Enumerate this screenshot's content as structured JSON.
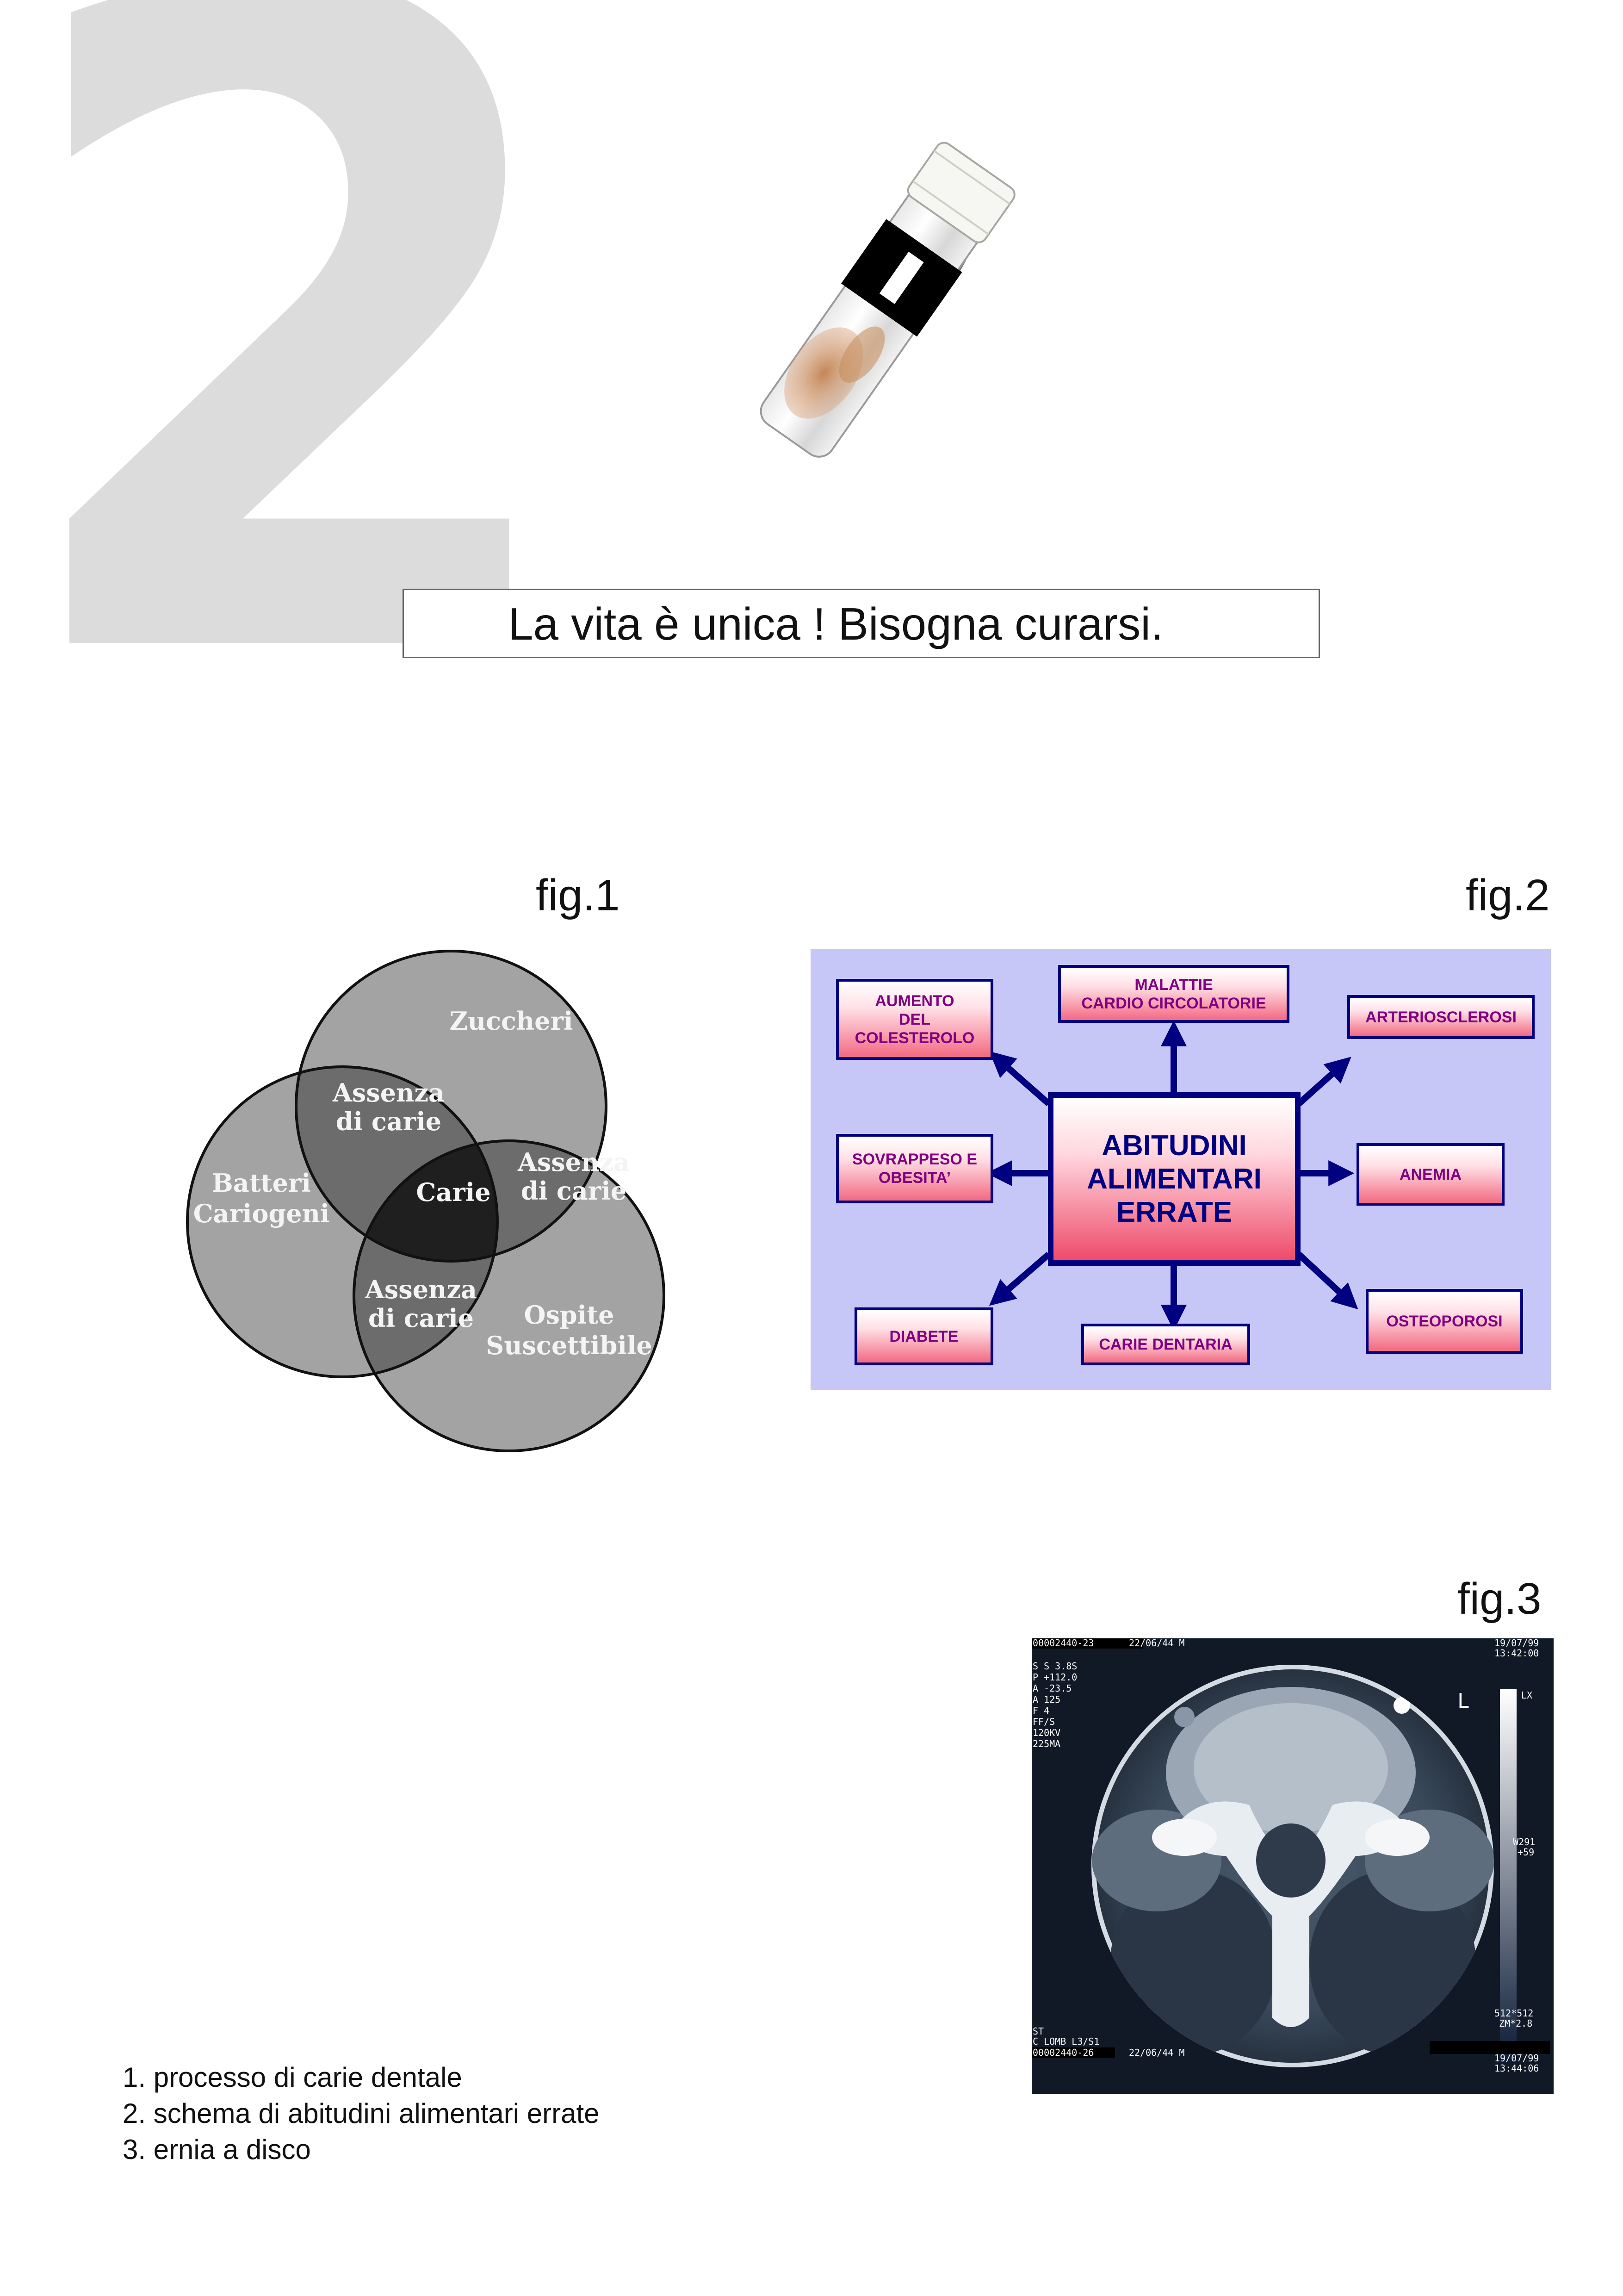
{
  "page": {
    "number": "2",
    "caption": "La vita è unica ! Bisogna curarsi."
  },
  "fig1": {
    "label": "fig.1",
    "regions": {
      "top": "Zuccheri",
      "left": "Batteri\nCariogeni",
      "right": "Ospite\nSuscettibile",
      "center": "Carie",
      "overlap_top_left": "Assenza\ndi carie",
      "overlap_top_right": "Assenza\ndi carie",
      "overlap_bottom": "Assenza\ndi carie"
    }
  },
  "fig2": {
    "label": "fig.2",
    "background": "#c7c7f7",
    "arrow_color": "#000080",
    "central": "ABITUDINI\nALIMENTARI\nERRATE",
    "boxes": {
      "top_left": "AUMENTO\nDEL\nCOLESTEROLO",
      "top": "MALATTIE\nCARDIO CIRCOLATORIE",
      "top_right": "ARTERIOSCLEROSI",
      "left": "SOVRAPPESO E\nOBESITA’",
      "right": "ANEMIA",
      "bottom_left": "DIABETE",
      "bottom": "CARIE DENTARIA",
      "bottom_right": "OSTEOPOROSI"
    }
  },
  "fig3": {
    "label": "fig.3",
    "top_left_id": "00002440-23",
    "top_left_date": "22/06/44 M",
    "top_right_date": "19/07/99",
    "top_right_time": "13:42:00",
    "params": [
      "S  S    3.8S",
      "P  +112.0",
      "A  -23.5",
      "A  125",
      "F  4",
      "FF/S",
      "120KV",
      "225MA"
    ],
    "side_marker": "L",
    "scale_top": "LX",
    "window": "W291",
    "level": "+59",
    "matrix": "512*512",
    "zoom": "ZM*2.8",
    "bottom_left_1": "ST",
    "bottom_left_2": "C LOMB L3/S1",
    "bottom_left_id": "00002440-26",
    "bottom_left_date": "22/06/44 M",
    "bottom_right_date": "19/07/99",
    "bottom_right_time": "13:44:06"
  },
  "legend": [
    "1. processo di carie dentale",
    "2. schema di abitudini alimentari errate",
    "3. ernia a disco"
  ]
}
